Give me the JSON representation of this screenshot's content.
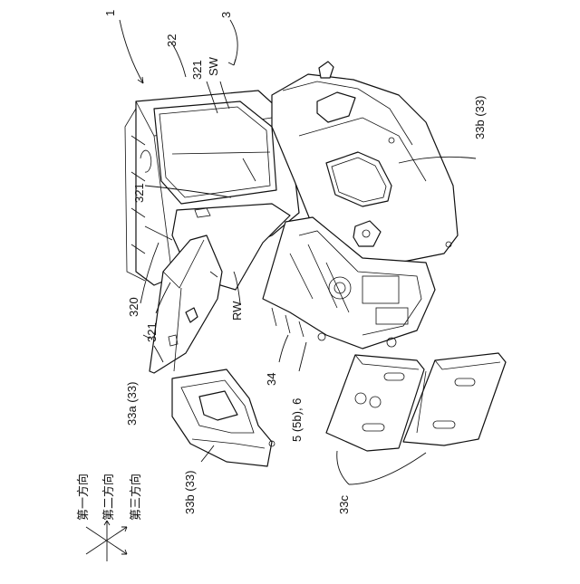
{
  "labels": {
    "l1": "1",
    "l32": "32",
    "l3": "3",
    "l321a": "321",
    "lSW": "SW",
    "l33b_top": "33b (33)",
    "l321b": "321",
    "l320": "320",
    "l321c": "321",
    "lRW": "RW",
    "l33a": "33a (33)",
    "l34": "34",
    "l56": "5 (5b), 6",
    "l33b_bottom": "33b (33)",
    "l33c": "33c"
  },
  "directions": {
    "first": "第一方向",
    "second": "第二方向",
    "third": "第三方向"
  }
}
